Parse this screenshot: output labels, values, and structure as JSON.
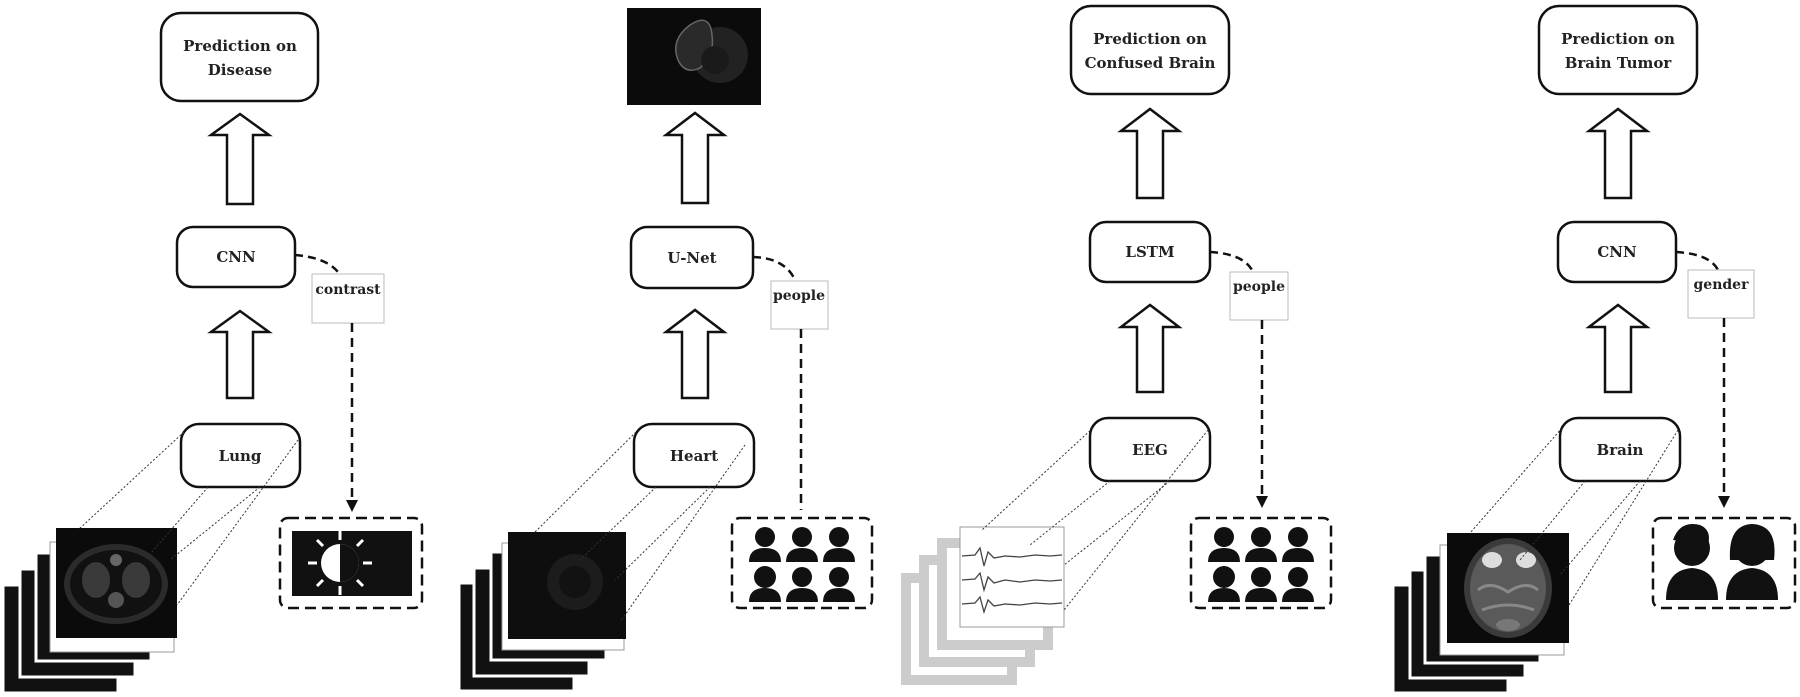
{
  "panels": [
    {
      "id": "lung",
      "output_lines": [
        "Prediction on",
        "Disease"
      ],
      "model": "CNN",
      "input": "Lung",
      "attribute": "contrast",
      "attribute_icon": "contrast-icon",
      "input_visual": "ct-scan-stack"
    },
    {
      "id": "heart",
      "output_lines": [],
      "output_visual": "segmentation-image",
      "model": "U-Net",
      "input": "Heart",
      "attribute": "people",
      "attribute_icon": "people-group-icon",
      "input_visual": "mri-stack"
    },
    {
      "id": "eeg",
      "output_lines": [
        "Prediction on",
        "Confused Brain"
      ],
      "model": "LSTM",
      "input": "EEG",
      "attribute": "people",
      "attribute_icon": "people-group-icon",
      "input_visual": "eeg-signal-stack"
    },
    {
      "id": "brain",
      "output_lines": [
        "Prediction on",
        "Brain Tumor"
      ],
      "model": "CNN",
      "input": "Brain",
      "attribute": "gender",
      "attribute_icon": "gender-silhouettes-icon",
      "input_visual": "brain-mri-stack"
    }
  ],
  "colors": {
    "stroke": "#111111",
    "scan_dark": "#0b0b0b",
    "scan_gray": "#444444",
    "eeg_shadow": "#cccccc"
  }
}
